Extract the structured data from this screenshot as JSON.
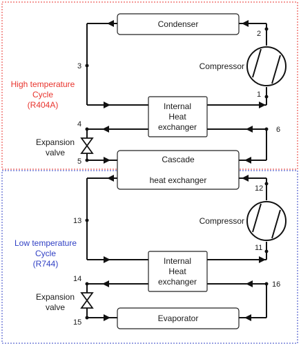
{
  "colors": {
    "high": "#e8332c",
    "low": "#2f3fc4",
    "line": "#111111"
  },
  "high_cycle": {
    "label_line1": "High temperature",
    "label_line2": "Cycle",
    "label_line3": "(R404A)",
    "condenser": "Condenser",
    "compressor": "Compressor",
    "ihx_line1": "Internal",
    "ihx_line2": "Heat",
    "ihx_line3": "exchanger",
    "expansion_line1": "Expansion",
    "expansion_line2": "valve",
    "points": {
      "p1": "1",
      "p2": "2",
      "p3": "3",
      "p4": "4",
      "p5": "5",
      "p6": "6"
    }
  },
  "cascade": {
    "line1": "Cascade",
    "line2": "heat exchanger"
  },
  "low_cycle": {
    "label_line1": "Low temperature",
    "label_line2": "Cycle",
    "label_line3": "(R744)",
    "compressor": "Compressor",
    "ihx_line1": "Internal",
    "ihx_line2": "Heat",
    "ihx_line3": "exchanger",
    "expansion_line1": "Expansion",
    "expansion_line2": "valve",
    "evaporator": "Evaporator",
    "points": {
      "p11": "11",
      "p12": "12",
      "p13": "13",
      "p14": "14",
      "p15": "15",
      "p16": "16"
    }
  }
}
